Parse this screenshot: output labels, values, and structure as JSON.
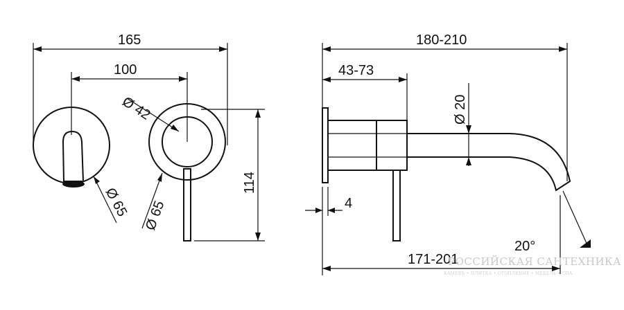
{
  "dimensions": {
    "front_width": "165",
    "center_distance": "100",
    "rosette_diameter_1": "Ø 42",
    "rosette_diameter_2": "Ø 65",
    "rosette_diameter_3": "Ø 65",
    "height": "114",
    "side_length": "180-210",
    "adjust_range": "43-73",
    "spout_diameter": "Ø 20",
    "plate_thickness": "4",
    "angle": "20°",
    "spout_length": "171-201"
  },
  "watermark": {
    "line1": "РОССИЙСКАЯ САНТЕХНИКА",
    "line2": "КАМЕНЬ • ПЛИТКА • ОТОПЛЕНИЕ • МЕБЕЛЬ • СПА"
  }
}
